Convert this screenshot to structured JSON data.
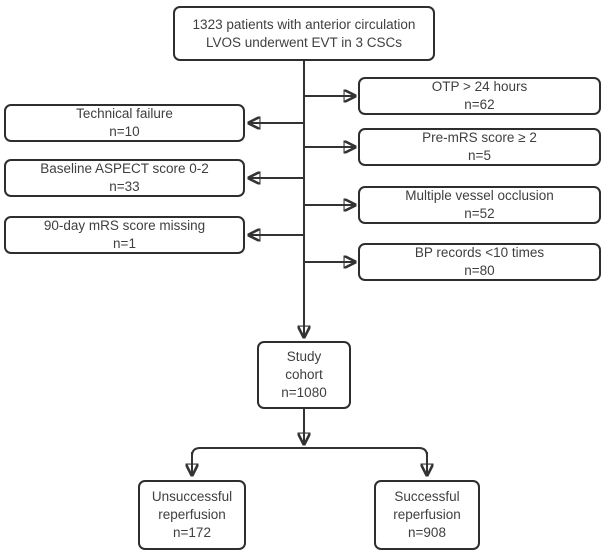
{
  "flowchart": {
    "top_box": {
      "line1": "1323 patients with anterior circulation",
      "line2": "LVOS underwent EVT in 3 CSCs"
    },
    "left_exclusions": [
      {
        "label": "Technical failure",
        "count": "n=10"
      },
      {
        "label": "Baseline ASPECT score 0-2",
        "count": "n=33"
      },
      {
        "label": "90-day mRS score missing",
        "count": "n=1"
      }
    ],
    "right_exclusions": [
      {
        "label": "OTP > 24 hours",
        "count": "n=62"
      },
      {
        "label": "Pre-mRS score ≥ 2",
        "count": "n=5"
      },
      {
        "label": "Multiple vessel occlusion",
        "count": "n=52"
      },
      {
        "label": "BP records <10 times",
        "count": "n=80"
      }
    ],
    "cohort_box": {
      "line1": "Study",
      "line2": "cohort",
      "line3": "n=1080"
    },
    "outcomes": [
      {
        "line1": "Unsuccessful",
        "line2": "reperfusion",
        "count": "n=172"
      },
      {
        "line1": "Successful",
        "line2": "reperfusion",
        "count": "n=908"
      }
    ],
    "colors": {
      "box_border": "#2e2e2e",
      "connector_line": "#333333",
      "text": "#3f3f3f",
      "background": "#ffffff"
    }
  }
}
